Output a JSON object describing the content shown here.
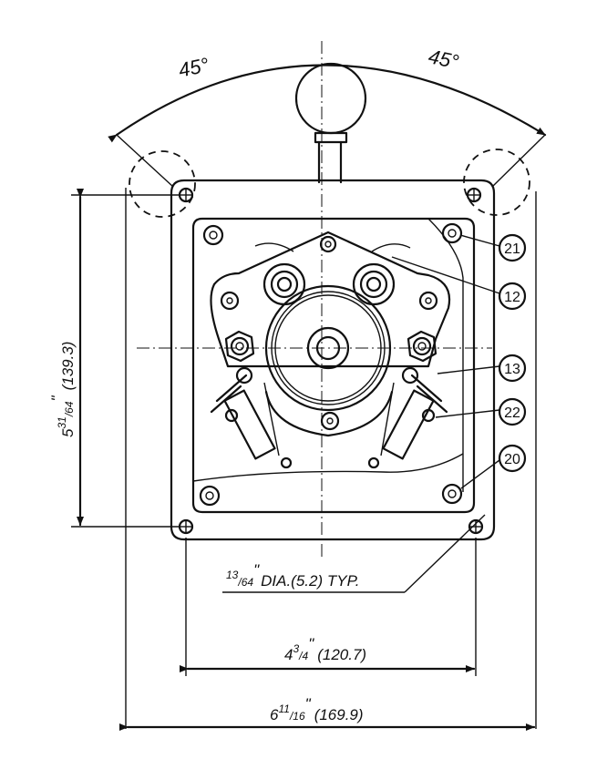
{
  "angle_left": "45°",
  "angle_right": "45°",
  "callouts": [
    {
      "id": "callout-21",
      "label": "21"
    },
    {
      "id": "callout-12",
      "label": "12"
    },
    {
      "id": "callout-13",
      "label": "13"
    },
    {
      "id": "callout-22",
      "label": "22"
    },
    {
      "id": "callout-20",
      "label": "20"
    }
  ],
  "height_dim": {
    "whole": "5",
    "num": "31",
    "den": "64",
    "inch": "\"",
    "metric": "(139.3)"
  },
  "hole_dim": {
    "num": "13",
    "den": "64",
    "inch": "\"",
    "text": "DIA.(5.2) TYP."
  },
  "inner_width_dim": {
    "whole": "4",
    "num": "3",
    "den": "4",
    "inch": "\"",
    "metric": "(120.7)"
  },
  "outer_width_dim": {
    "whole": "6",
    "num": "11",
    "den": "16",
    "inch": "\"",
    "metric": "(169.9)"
  }
}
